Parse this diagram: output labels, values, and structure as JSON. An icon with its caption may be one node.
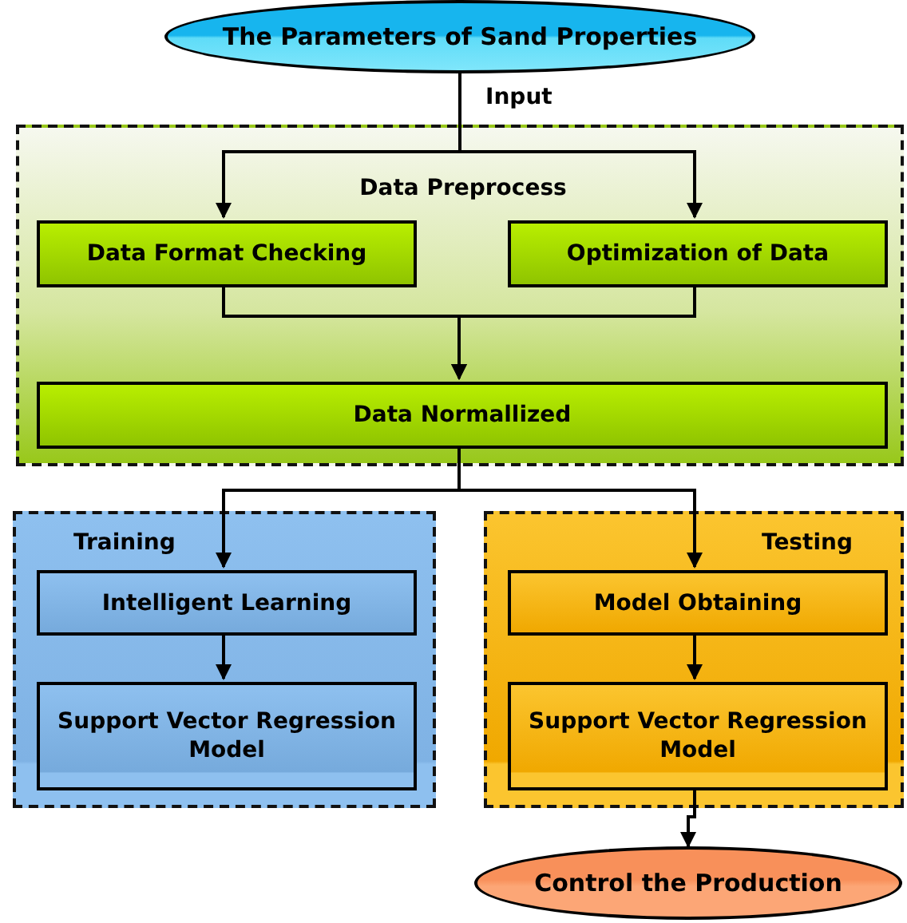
{
  "diagram": {
    "nodes": [
      {
        "text": [
          "The Parameters of Sand Properties"
        ]
      },
      {
        "text": [
          "Data Preprocess"
        ]
      },
      {
        "text": [
          "Data Format Checking"
        ],
        "in": 1
      },
      {
        "text": [
          "Optimization of Data"
        ],
        "in": 1
      },
      {
        "text": [
          "Data Normallized"
        ],
        "in": 1
      },
      {
        "text": [
          "Training"
        ]
      },
      {
        "text": [
          "Intelligent Learning"
        ],
        "in": 5
      },
      {
        "text": [
          "Support Vector Regression Model"
        ],
        "in": 5
      },
      {
        "text": [
          "Testing"
        ]
      },
      {
        "text": [
          "Model Obtaining"
        ],
        "in": 8
      },
      {
        "text": [
          "Support Vector Regression Model"
        ],
        "in": 8
      },
      {
        "text": [
          "Control the Production"
        ]
      }
    ],
    "edges": [
      {
        "from": 0,
        "to": 2,
        "arrow": "to"
      },
      {
        "from": 0,
        "to": 3,
        "arrow": "to"
      },
      {
        "from": 2,
        "to": 4,
        "arrow": "to"
      },
      {
        "from": 3,
        "to": 4,
        "arrow": "to"
      },
      {
        "from": 4,
        "to": 6,
        "arrow": "to"
      },
      {
        "from": 4,
        "to": 9,
        "arrow": "to"
      },
      {
        "from": 6,
        "to": 7,
        "arrow": "to"
      },
      {
        "from": 9,
        "to": 10,
        "arrow": "to"
      },
      {
        "from": 10,
        "to": 11,
        "arrow": "to"
      }
    ],
    "labels": [
      "Input"
    ]
  }
}
